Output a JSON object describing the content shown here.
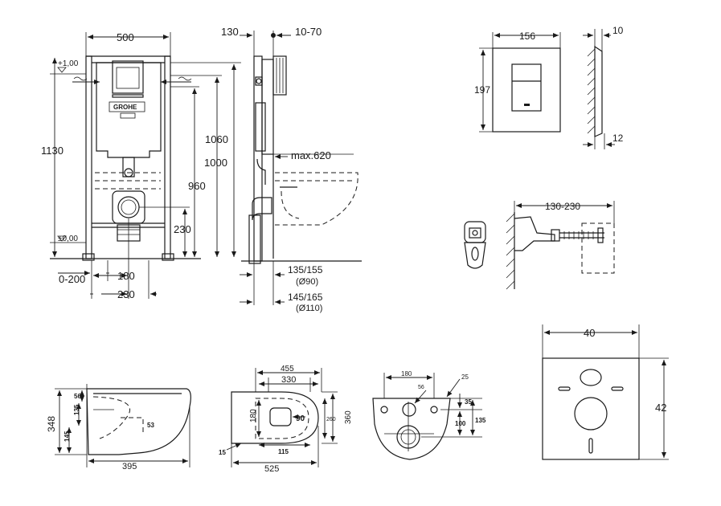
{
  "frame_view": {
    "width_top": "500",
    "level_top": "+1,00",
    "level_bottom": "±0,00",
    "height_total": "1130",
    "h_1060": "1060",
    "h_1000": "1000",
    "h_960": "960",
    "h_230": "230",
    "bottom_0_200": "0-200",
    "bottom_180": "180",
    "bottom_230": "230",
    "logo": "GROHE"
  },
  "side_view": {
    "top_130": "130",
    "top_10_70": "10-70",
    "max_620": "max.620",
    "d_135_155": "135/155",
    "d_90": "(Ø90)",
    "d_145_165": "145/165",
    "d_110": "(Ø110)"
  },
  "plate_view": {
    "width": "156",
    "height": "197",
    "depth_top": "10",
    "depth_bottom": "12"
  },
  "bracket_view": {
    "range": "130-230"
  },
  "bowl_side": {
    "h_348": "348",
    "h_145": "145",
    "h_135": "135",
    "h_56": "56",
    "d_53": "53",
    "width_395": "395"
  },
  "bowl_top": {
    "w_455": "455",
    "w_330": "330",
    "h_180": "180",
    "d_90": "90",
    "d_115": "115",
    "d_15": "15",
    "w_525": "525",
    "h_360": "360",
    "h_260": "260"
  },
  "bowl_back": {
    "w_180": "180",
    "d_56": "56",
    "d_25": "25",
    "h_35": "35",
    "h_100": "100",
    "h_135": "135"
  },
  "pad_view": {
    "width": "40",
    "height": "42"
  }
}
